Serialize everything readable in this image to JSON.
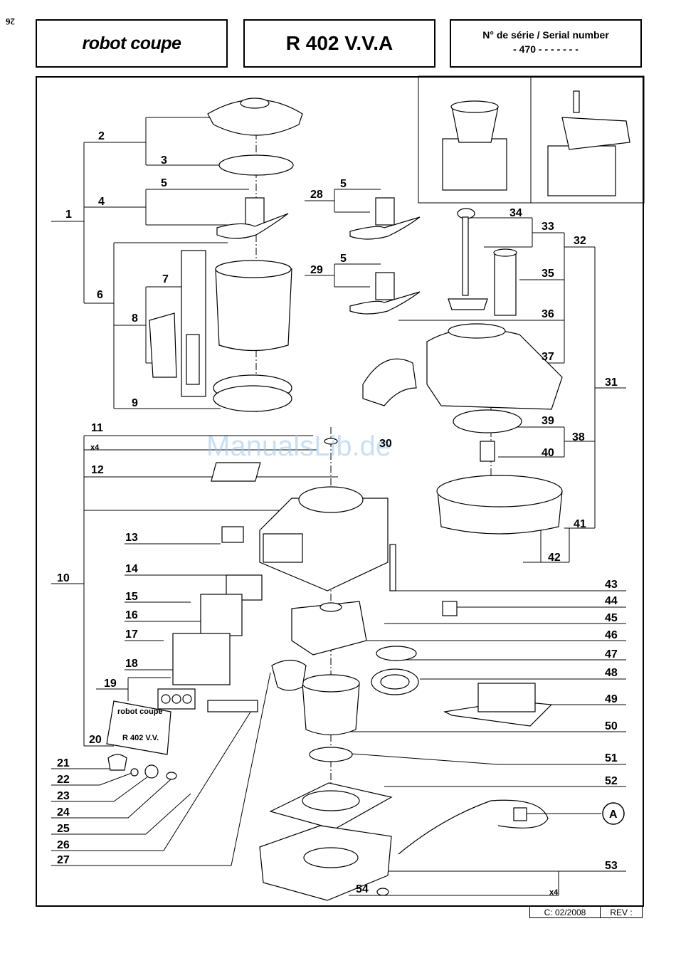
{
  "page_number": "26",
  "header": {
    "logo": "robot coupe",
    "model": "R 402 V.V.A",
    "serial_label": "N° de série / Serial number",
    "serial_value": "- 470 - - - - -   - -"
  },
  "footer": {
    "date": "C: 02/2008",
    "rev": "REV :"
  },
  "watermark": "ManualsLib.de",
  "callouts": [
    "1",
    "2",
    "3",
    "4",
    "5",
    "5",
    "5",
    "6",
    "7",
    "8",
    "9",
    "10",
    "11",
    "12",
    "13",
    "14",
    "15",
    "16",
    "17",
    "18",
    "19",
    "20",
    "21",
    "22",
    "23",
    "24",
    "25",
    "26",
    "27",
    "28",
    "29",
    "30",
    "31",
    "32",
    "33",
    "34",
    "35",
    "36",
    "37",
    "38",
    "39",
    "40",
    "41",
    "42",
    "43",
    "44",
    "45",
    "46",
    "47",
    "48",
    "49",
    "50",
    "51",
    "52",
    "53",
    "54"
  ],
  "quantity_marks": {
    "part11": "x4",
    "part54": "x4"
  },
  "plug_label": "A",
  "panel_text": {
    "brand": "robot coupe",
    "model": "R 402 V.V."
  }
}
